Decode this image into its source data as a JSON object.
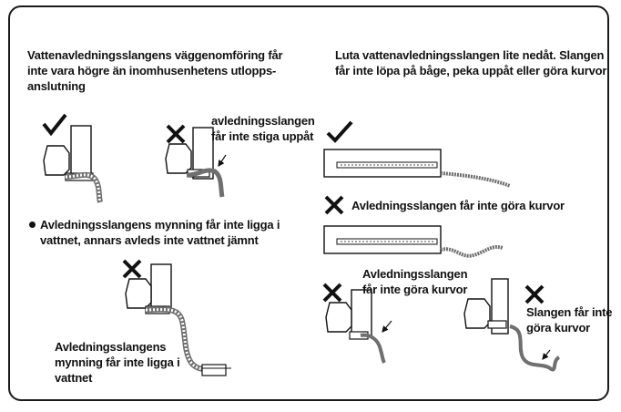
{
  "texts": {
    "left_heading": "Vattenavledningsslangens väggenomföring får inte vara högre än inomhusenhetens utlopps-anslutning",
    "right_heading": "Luta vattenavledningsslangen lite nedåt. Slangen får inte  löpa på båge, peka uppåt eller göra kurvor",
    "no_rise_caption": "avledningsslangen får inte  stiga uppåt",
    "no_curves_caption": "Avledningsslangen får inte göra kurvor",
    "outlet_note": "Avledningsslangens mynning får inte ligga i vattnet, annars avleds inte vattnet jämnt",
    "outlet_caption": "Avledningsslangens mynning får inte ligga i vattnet",
    "curve_caption_a": "Avledningsslangen får inte göra kurvor",
    "curve_caption_b": "Slangen får inte göra kurvor"
  },
  "colors": {
    "ink": "#111111",
    "frame": "#1a1a1a",
    "grey": "#6f6f6f"
  },
  "icons": {
    "ok": "check-mark-icon",
    "wrong": "cross-mark-icon"
  }
}
